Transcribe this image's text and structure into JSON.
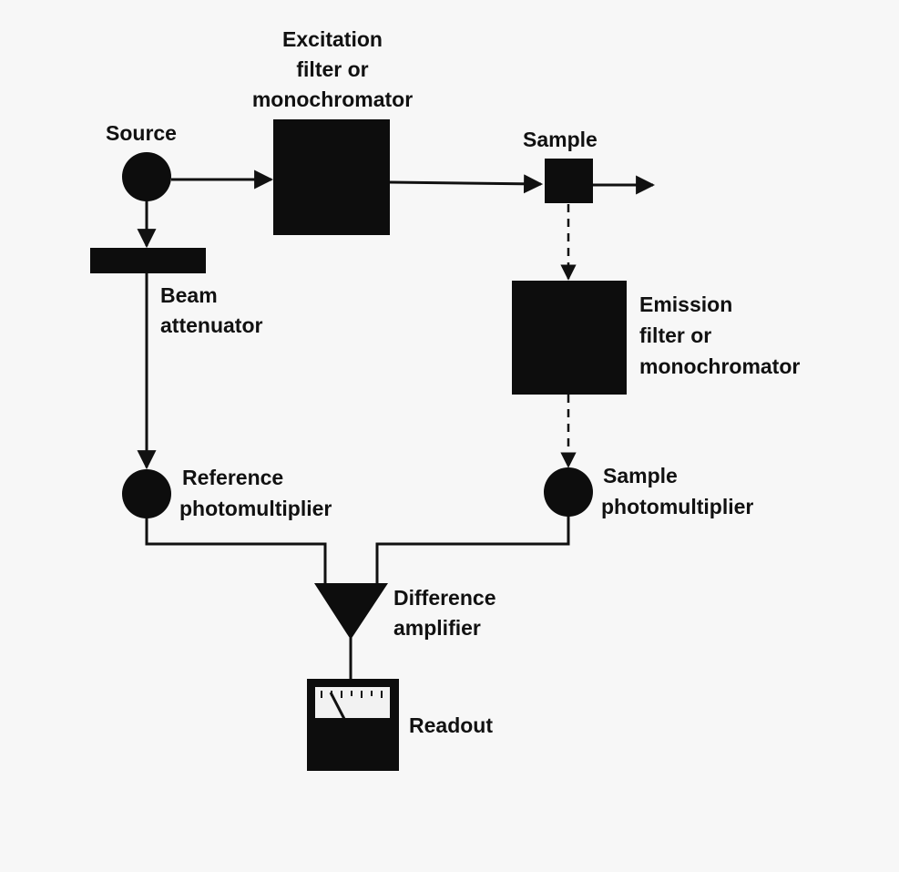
{
  "labels": {
    "source": "Source",
    "excitation": [
      "Excitation",
      "filter or",
      "monochromator"
    ],
    "sample": "Sample",
    "beam_attenuator": [
      "Beam",
      "attenuator"
    ],
    "emission": [
      "Emission",
      "filter or",
      "monochromator"
    ],
    "reference_pm": [
      "Reference",
      "photomultiplier"
    ],
    "sample_pm": [
      "Sample",
      "photomultiplier"
    ],
    "difference_amplifier": [
      "Difference",
      "amplifier"
    ],
    "readout": "Readout"
  },
  "colors": {
    "ink": "#111111",
    "paper": "#f7f7f7"
  }
}
